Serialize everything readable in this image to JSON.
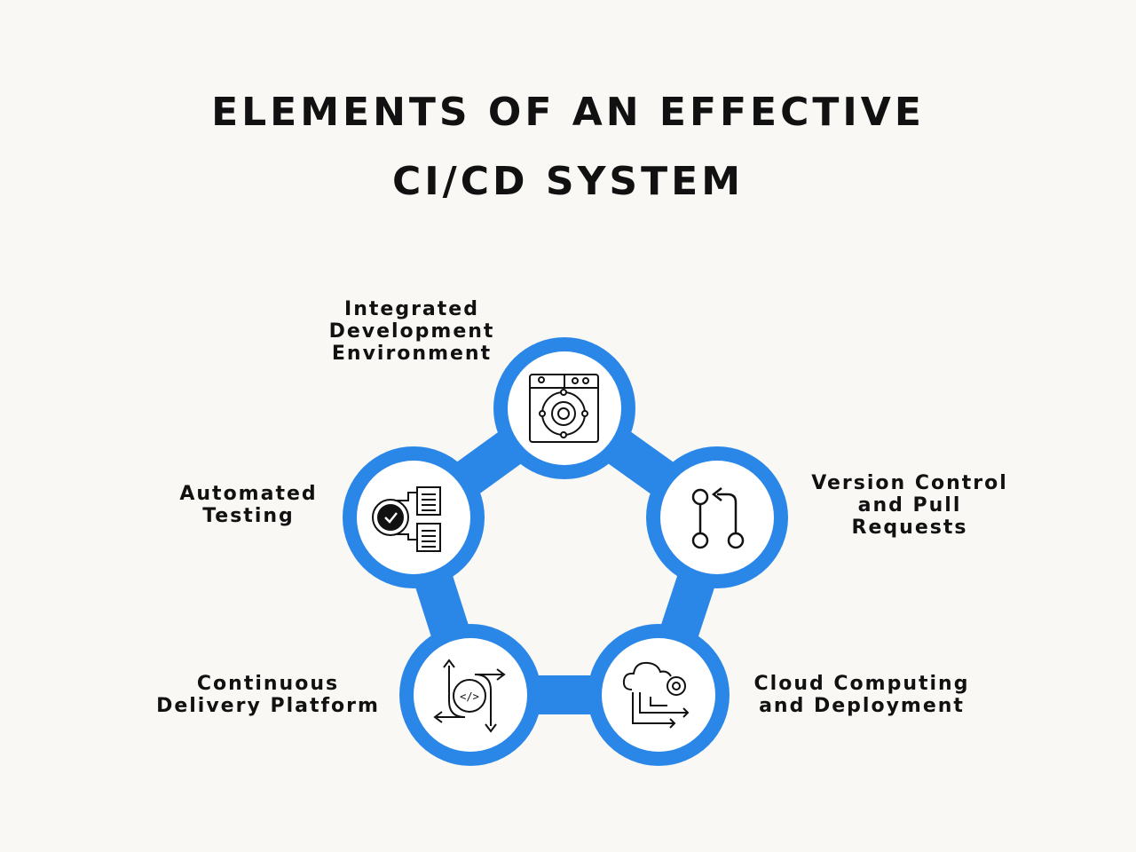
{
  "title": {
    "line1": "ELEMENTS OF AN EFFECTIVE",
    "line2": "CI/CD SYSTEM"
  },
  "colors": {
    "accent": "#2a87e8",
    "background": "#f9f8f4",
    "icon": "#111111"
  },
  "nodes": [
    {
      "label": "Integrated\nDevelopment\nEnvironment",
      "icon": "ide-window-gear-icon"
    },
    {
      "label": "Version Control\nand Pull\nRequests",
      "icon": "git-pull-request-icon"
    },
    {
      "label": "Cloud Computing\nand Deployment",
      "icon": "cloud-gear-deploy-icon"
    },
    {
      "label": "Continuous\nDelivery Platform",
      "icon": "code-arrows-icon"
    },
    {
      "label": "Automated\nTesting",
      "icon": "gear-check-clipboard-icon"
    }
  ]
}
